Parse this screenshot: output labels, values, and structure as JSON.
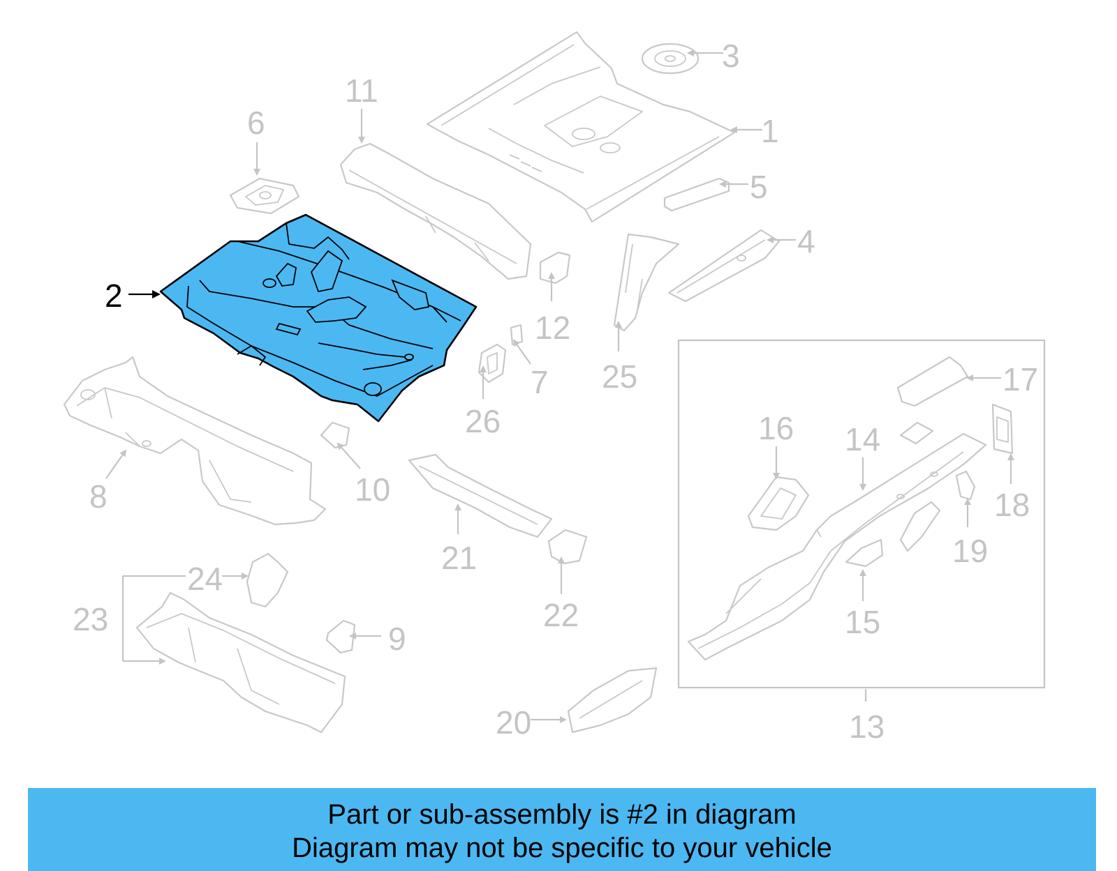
{
  "diagram": {
    "highlight_color": "#4cb8f2",
    "highlighted_callout": "2",
    "callouts": [
      "1",
      "2",
      "3",
      "4",
      "5",
      "6",
      "7",
      "8",
      "9",
      "10",
      "11",
      "12",
      "13",
      "14",
      "15",
      "16",
      "17",
      "18",
      "19",
      "20",
      "21",
      "22",
      "23",
      "24",
      "25",
      "26"
    ]
  },
  "banner": {
    "line1": "Part or sub-assembly is #2 in diagram",
    "line2": "Diagram may not be specific to your vehicle",
    "background": "#4cb8f2"
  }
}
